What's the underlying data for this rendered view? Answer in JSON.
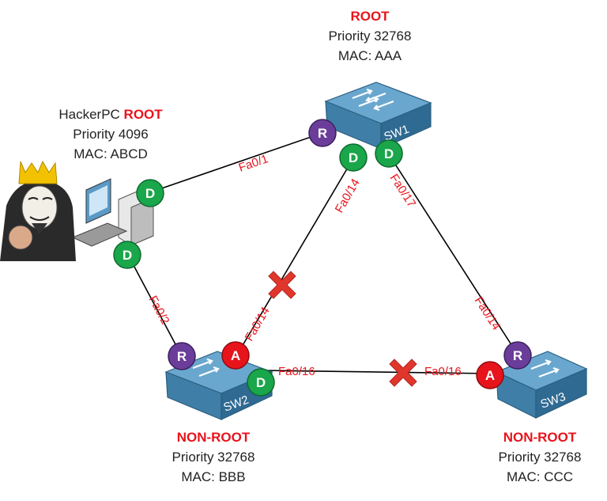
{
  "colors": {
    "designated": "#1aa64a",
    "root_port": "#6b3d9a",
    "alternate": "#e8141c",
    "label_red": "#e8141c",
    "switch_blue": "#3f7fa7",
    "blocked_x": "#e0362c"
  },
  "nodes": {
    "sw1": {
      "status": "ROOT",
      "priority": "Priority 32768",
      "mac": "MAC: AAA",
      "device_name": "SW1"
    },
    "hacker": {
      "name": "HackerPC",
      "status": "ROOT",
      "priority": "Priority 4096",
      "mac": "MAC: ABCD"
    },
    "sw2": {
      "status": "NON-ROOT",
      "priority": "Priority 32768",
      "mac": "MAC: BBB",
      "device_name": "SW2"
    },
    "sw3": {
      "status": "NON-ROOT",
      "priority": "Priority 32768",
      "mac": "MAC: CCC",
      "device_name": "SW3"
    }
  },
  "ports": {
    "sw1_to_hacker": "Fa0/1",
    "sw1_to_sw2": "Fa0/14",
    "sw1_to_sw3": "Fa0/17",
    "hacker_to_sw2": "Fa0/2",
    "sw2_to_sw1": "Fa0/14",
    "sw2_to_sw3": "Fa0/16",
    "sw3_to_sw2": "Fa0/16",
    "sw3_to_sw1": "Fa0/14"
  },
  "badges": {
    "sw1_root_port": "R",
    "sw1_designated_a": "D",
    "sw1_designated_b": "D",
    "hacker_designated_a": "D",
    "hacker_designated_b": "D",
    "sw2_root_port": "R",
    "sw2_alternate": "A",
    "sw2_designated": "D",
    "sw3_root_port": "R",
    "sw3_alternate": "A"
  }
}
